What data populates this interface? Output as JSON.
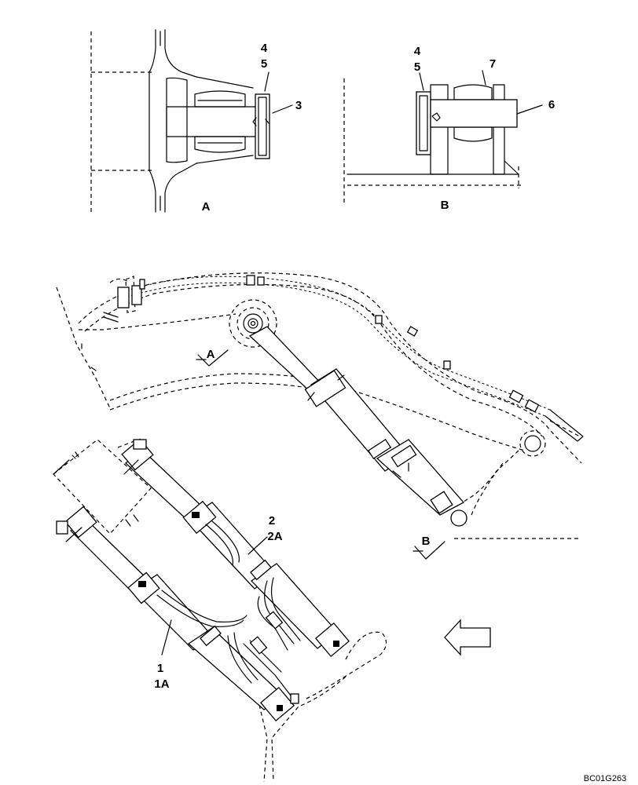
{
  "callouts": {
    "detail_a": {
      "n4": "4",
      "n5": "5",
      "n3": "3",
      "view": "A"
    },
    "detail_b": {
      "n4": "4",
      "n5": "5",
      "n7": "7",
      "n6": "6",
      "view": "B"
    },
    "arm": {
      "view_a": "A",
      "view_b": "B",
      "n2": "2",
      "n2a": "2A",
      "n1": "1",
      "n1a": "1A"
    }
  },
  "drawing_code": "BC01G263"
}
